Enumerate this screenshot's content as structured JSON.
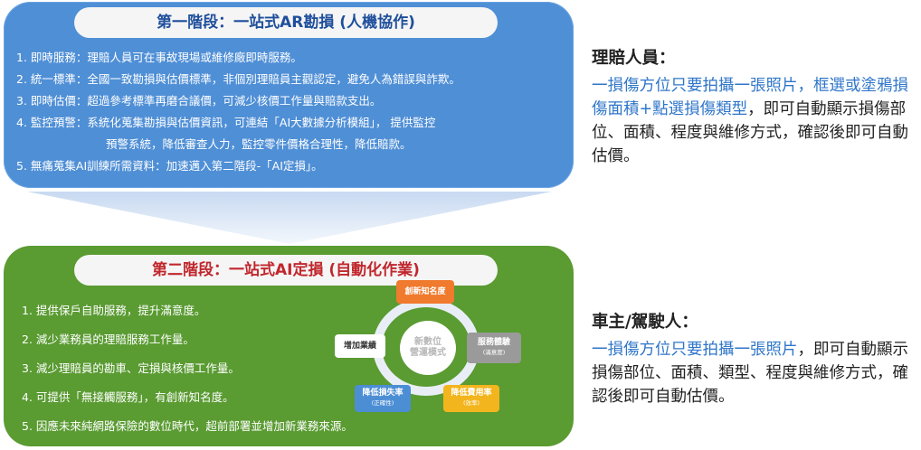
{
  "stage1": {
    "title": "第一階段：一站式AR勘損 (人機協作)",
    "items": [
      "1. 即時服務：理賠人員可在事故現場或維修廠即時服務。",
      "2. 統一標準：全國一致勘損與估價標準，非個別理賠員主觀認定，避免人為錯誤與詐欺。",
      "3. 即時估價：超過參考標準再磨合議價，可減少核價工作量與賠款支出。",
      "4. 監控預警：系統化蒐集勘損與估價資訊，可連結「AI大數據分析模組」，  提供監控",
      "預警系統，降低審查人力，監控零件價格合理性，降低賠款。",
      "5. 無痛蒐集AI訓練所需資料：加速邁入第二階段-「AI定損」。"
    ]
  },
  "stage2": {
    "title": "第二階段：一站式AI定損 (自動化作業)",
    "items": [
      "1. 提供保戶自助服務，提升滿意度。",
      "2. 減少業務員的理賠服務工作量。",
      "3. 減少理賠員的勘車、定損與核價工作量。",
      "4. 可提供「無接觸服務」，有創新知名度。",
      "5. 因應未來純網路保險的數位時代，超前部署並增加新業務來源。"
    ],
    "cycle": {
      "center_line1": "新數位",
      "center_line2": "營運模式",
      "top": "創新知名度",
      "right": "服務體驗",
      "right_sub": "(滿意度)",
      "bottom_right": "降低費用率",
      "bottom_right_sub": "(效率)",
      "bottom_left": "降低損失率",
      "bottom_left_sub": "(正確性)",
      "left": "增加業績"
    }
  },
  "side1": {
    "heading": "理賠人員：",
    "blue_text": "一損傷方位只要拍攝一張照片，框選或塗鴉損傷面積+點選損傷類型",
    "text": "，即可自動顯示損傷部位、面積、程度與維修方式，確認後即可自動估價。"
  },
  "side2": {
    "heading": "車主/駕駛人：",
    "blue_text": "一損傷方位只要拍攝一張照片",
    "text": "，即可自動顯示損傷部位、面積、類型、程度與維修方式，確認後即可自動估價。"
  },
  "colors": {
    "stage1_bg": "#4f8fd6",
    "stage2_bg": "#5a9b32",
    "stage1_title": "#1f4f9c",
    "stage2_title": "#c0272d",
    "highlight": "#2f76c9"
  }
}
